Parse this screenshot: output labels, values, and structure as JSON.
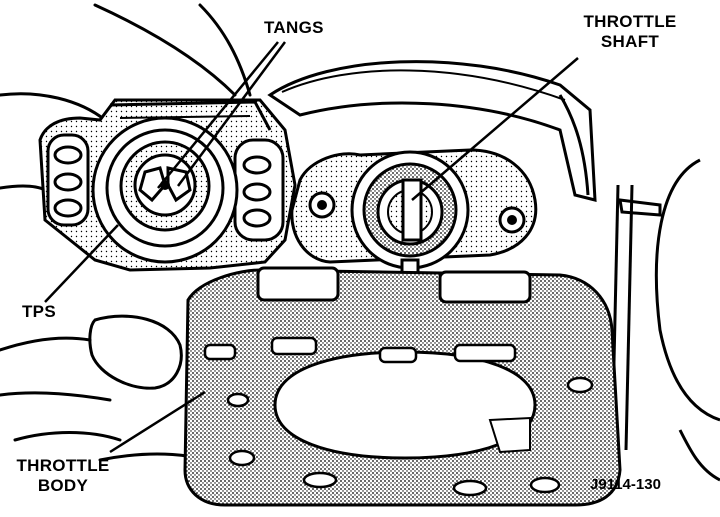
{
  "labels": {
    "tangs": "TANGS",
    "throttle_shaft_line1": "THROTTLE",
    "throttle_shaft_line2": "SHAFT",
    "tps": "TPS",
    "throttle_body_line1": "THROTTLE",
    "throttle_body_line2": "BODY"
  },
  "figure_id": "J9114-130",
  "colors": {
    "ink": "#000000",
    "paper": "#ffffff",
    "stipple": "#6a6a6a"
  }
}
